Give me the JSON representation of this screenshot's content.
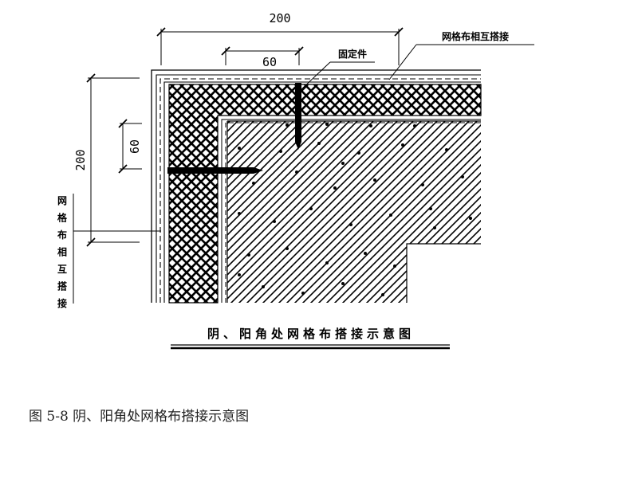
{
  "dimensions": {
    "top_outer": "200",
    "top_inner": "60",
    "left_outer": "200",
    "left_inner": "60"
  },
  "labels": {
    "mesh_overlap_top": "网格布相互搭接",
    "fixing_part": "固定件",
    "mesh_overlap_left": "网格布相互搭接"
  },
  "drawing_title": "阴、阳角处网格布搭接示意图",
  "figure_caption": "图 5-8 阴、阳角处网格布搭接示意图"
}
